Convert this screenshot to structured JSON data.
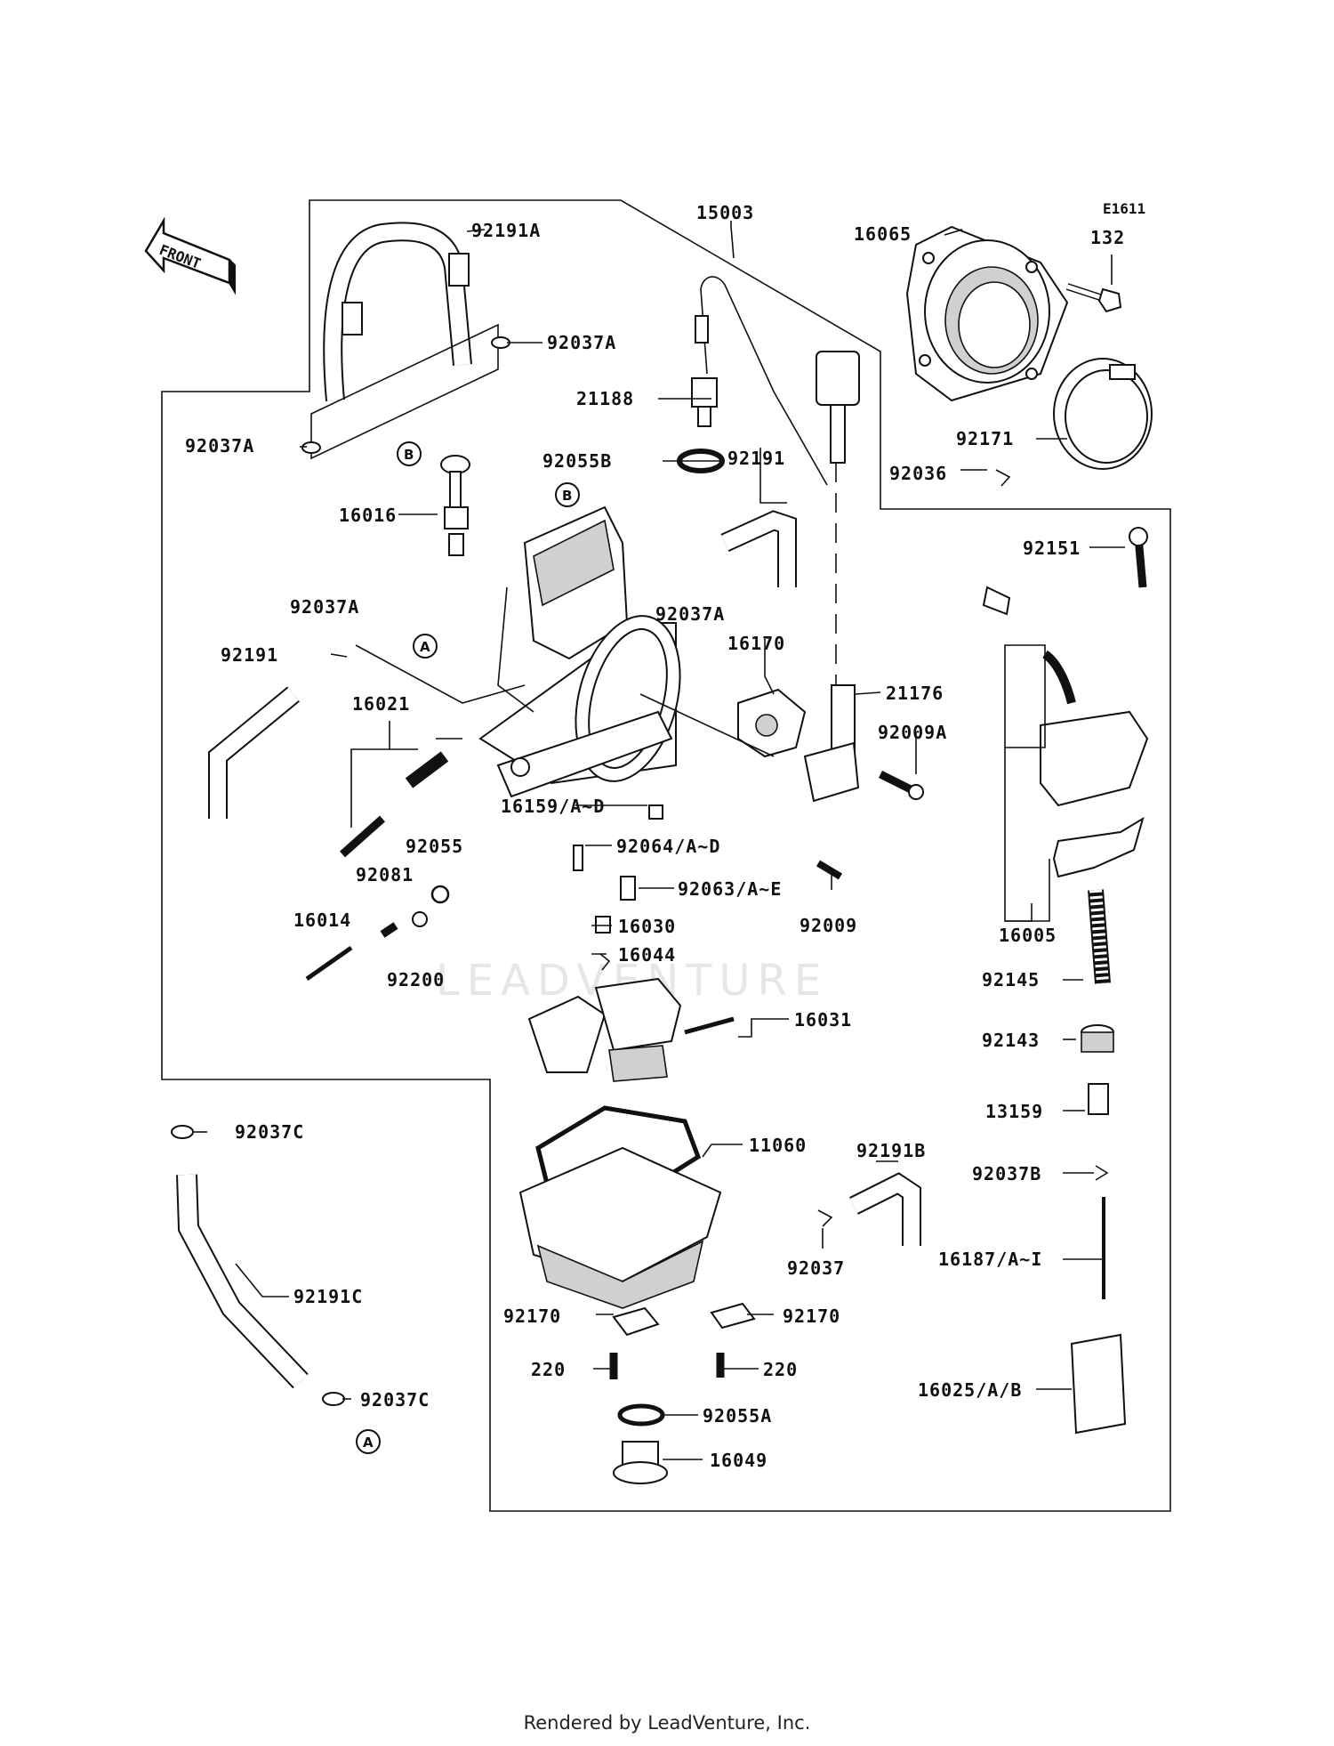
{
  "diagram_code": "E1611",
  "direction_label": "FRONT",
  "watermark": "LEADVENTURE",
  "footer": "Rendered by LeadVenture, Inc.",
  "callouts": {
    "a": "A",
    "b": "B"
  },
  "parts": {
    "p15003": "15003",
    "p16065": "16065",
    "p132": "132",
    "p92191A": "92191A",
    "p92037A_1": "92037A",
    "p92037A_2": "92037A",
    "p92037A_3": "92037A",
    "p92037A_4": "92037A",
    "p21188": "21188",
    "p92055B": "92055B",
    "p92191_1": "92191",
    "p92191_2": "92191",
    "p92036": "92036",
    "p92171": "92171",
    "p16016": "16016",
    "p92151": "92151",
    "p16170": "16170",
    "p21176": "21176",
    "p92009A": "92009A",
    "p16021": "16021",
    "p16159": "16159/A~D",
    "p92055": "92055",
    "p92064": "92064/A~D",
    "p92063": "92063/A~E",
    "p92009": "92009",
    "p92081": "92081",
    "p16014": "16014",
    "p92200": "92200",
    "p16030": "16030",
    "p16044": "16044",
    "p16005": "16005",
    "p92145": "92145",
    "p16031": "16031",
    "p92143": "92143",
    "p13159": "13159",
    "p92037C_1": "92037C",
    "p92037C_2": "92037C",
    "p11060": "11060",
    "p92191B": "92191B",
    "p92037B": "92037B",
    "p92037": "92037",
    "p16187": "16187/A~I",
    "p92191C": "92191C",
    "p92170_1": "92170",
    "p92170_2": "92170",
    "p220_1": "220",
    "p220_2": "220",
    "p92055A": "92055A",
    "p16025": "16025/A/B",
    "p16049": "16049"
  }
}
